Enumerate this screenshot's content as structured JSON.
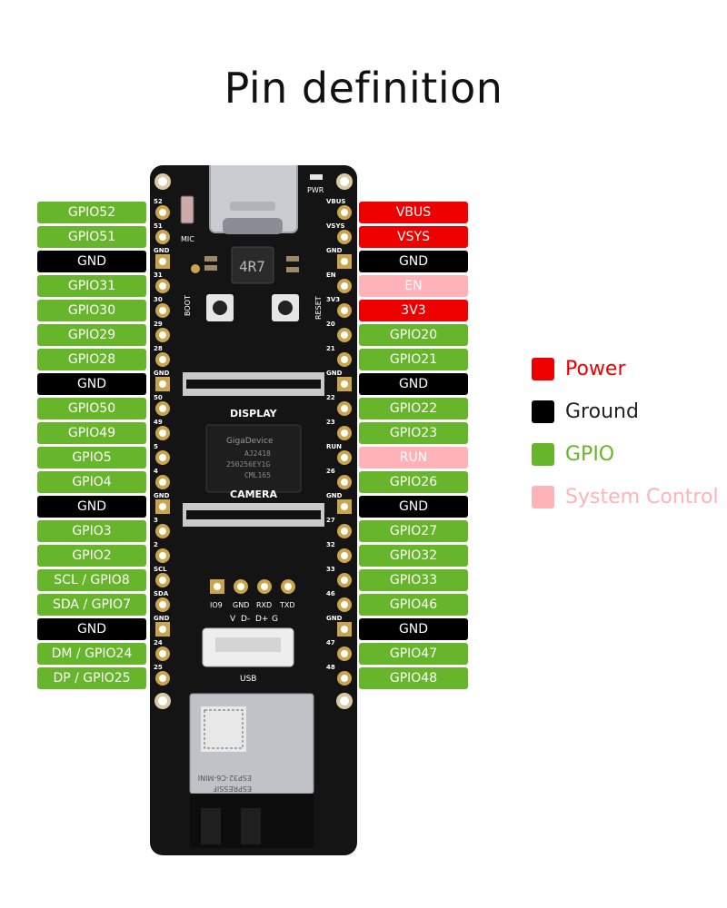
{
  "title": "Pin definition",
  "colors": {
    "gpio": "#66b52a",
    "ground": "#000000",
    "power": "#ee0000",
    "control": "#ffb3b8"
  },
  "left_pins": [
    {
      "label": "GPIO52",
      "type": "gpio"
    },
    {
      "label": "GPIO51",
      "type": "gpio"
    },
    {
      "label": "GND",
      "type": "gnd"
    },
    {
      "label": "GPIO31",
      "type": "gpio"
    },
    {
      "label": "GPIO30",
      "type": "gpio"
    },
    {
      "label": "GPIO29",
      "type": "gpio"
    },
    {
      "label": "GPIO28",
      "type": "gpio"
    },
    {
      "label": "GND",
      "type": "gnd"
    },
    {
      "label": "GPIO50",
      "type": "gpio"
    },
    {
      "label": "GPIO49",
      "type": "gpio"
    },
    {
      "label": "GPIO5",
      "type": "gpio"
    },
    {
      "label": "GPIO4",
      "type": "gpio"
    },
    {
      "label": "GND",
      "type": "gnd"
    },
    {
      "label": "GPIO3",
      "type": "gpio"
    },
    {
      "label": "GPIO2",
      "type": "gpio"
    },
    {
      "label": "SCL / GPIO8",
      "type": "gpio"
    },
    {
      "label": "SDA / GPIO7",
      "type": "gpio"
    },
    {
      "label": "GND",
      "type": "gnd"
    },
    {
      "label": "DM / GPIO24",
      "type": "gpio"
    },
    {
      "label": "DP / GPIO25",
      "type": "gpio"
    }
  ],
  "right_pins": [
    {
      "label": "VBUS",
      "type": "power"
    },
    {
      "label": "VSYS",
      "type": "power"
    },
    {
      "label": "GND",
      "type": "gnd"
    },
    {
      "label": "EN",
      "type": "control"
    },
    {
      "label": "3V3",
      "type": "power"
    },
    {
      "label": "GPIO20",
      "type": "gpio"
    },
    {
      "label": "GPIO21",
      "type": "gpio"
    },
    {
      "label": "GND",
      "type": "gnd"
    },
    {
      "label": "GPIO22",
      "type": "gpio"
    },
    {
      "label": "GPIO23",
      "type": "gpio"
    },
    {
      "label": "RUN",
      "type": "control"
    },
    {
      "label": "GPIO26",
      "type": "gpio"
    },
    {
      "label": "GND",
      "type": "gnd"
    },
    {
      "label": "GPIO27",
      "type": "gpio"
    },
    {
      "label": "GPIO32",
      "type": "gpio"
    },
    {
      "label": "GPIO33",
      "type": "gpio"
    },
    {
      "label": "GPIO46",
      "type": "gpio"
    },
    {
      "label": "GND",
      "type": "gnd"
    },
    {
      "label": "GPIO47",
      "type": "gpio"
    },
    {
      "label": "GPIO48",
      "type": "gpio"
    }
  ],
  "legend": [
    {
      "label": "Power",
      "type": "power",
      "text_color": "#ee0000"
    },
    {
      "label": "Ground",
      "type": "gnd",
      "text_color": "#222222"
    },
    {
      "label": "GPIO",
      "type": "gpio",
      "text_color": "#66b52a"
    },
    {
      "label": "System Control",
      "type": "control",
      "text_color": "#ffb3b8"
    }
  ],
  "board": {
    "left_numbers": [
      "52",
      "51",
      "GND",
      "31",
      "30",
      "29",
      "28",
      "GND",
      "50",
      "49",
      "5",
      "4",
      "GND",
      "3",
      "2",
      "SCL",
      "SDA",
      "GND",
      "24",
      "25"
    ],
    "right_numbers": [
      "VBUS",
      "VSYS",
      "GND",
      "EN",
      "3V3",
      "20",
      "21",
      "GND",
      "22",
      "23",
      "RUN",
      "26",
      "GND",
      "27",
      "32",
      "33",
      "46",
      "GND",
      "47",
      "48"
    ],
    "pwr_label": "PWR",
    "mic_label": "MIC",
    "inductor_label": "4R7",
    "boot_label": "BOOT",
    "reset_label": "RESET",
    "display_label": "DISPLAY",
    "camera_label": "CAMERA",
    "chip_brand": "GigaDevice",
    "chip_lines": [
      "AJ2418",
      "250256EY1G",
      "CML165"
    ],
    "uart_labels": [
      "IO9",
      "GND",
      "RXD",
      "TXD"
    ],
    "usb_header_labels": [
      "V",
      "D-",
      "D+",
      "G"
    ],
    "usb_label": "USB",
    "module_lines": [
      "ESP32-C6-MINI",
      "ESPRESSIF"
    ]
  }
}
